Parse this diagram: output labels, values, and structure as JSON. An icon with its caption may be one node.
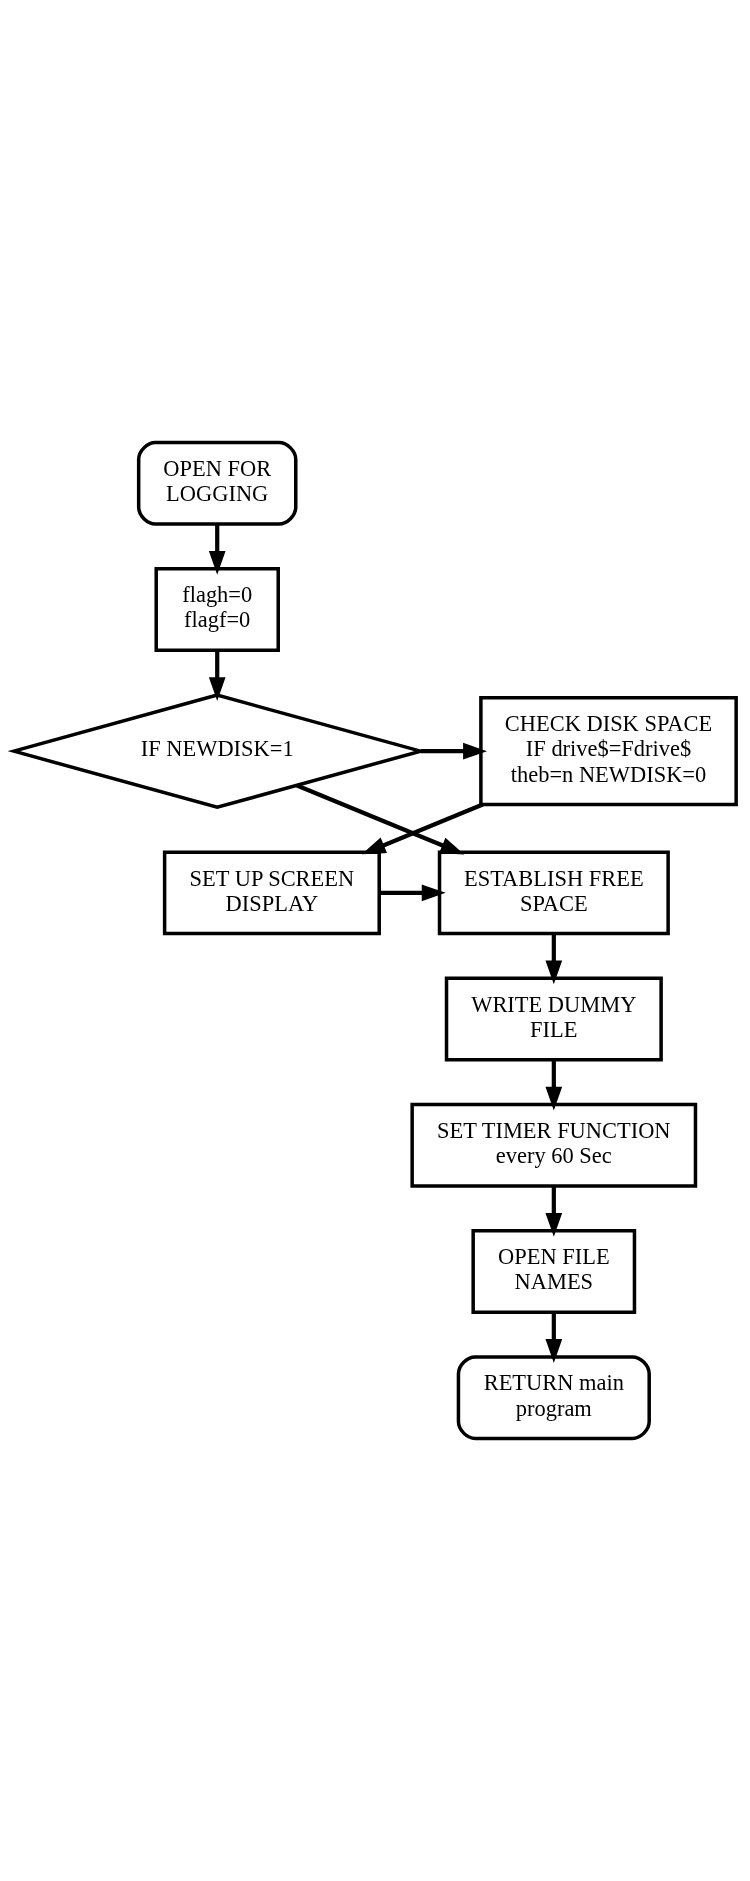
{
  "diagram": {
    "nodes": [
      {
        "text": [
          "OPEN FOR LOGGING"
        ]
      },
      {
        "text": [
          "flagh=0 flagf=0"
        ]
      },
      {
        "text": [
          "IF NEWDISK=1"
        ]
      },
      {
        "text": [
          "CHECK DISK SPACE IF drive$=Fdrive$ theb=n NEWDISK=0"
        ]
      },
      {
        "text": [
          "ESTABLISH FREE SPACE"
        ]
      },
      {
        "text": [
          "SET UP SCREEN DISPLAY"
        ]
      },
      {
        "text": [
          "WRITE DUMMY FILE"
        ]
      },
      {
        "text": [
          "SET TIMER FUNCTION every 60 Sec"
        ]
      },
      {
        "text": [
          "OPEN FILE NAMES"
        ]
      },
      {
        "text": [
          "RETURN main program"
        ]
      }
    ],
    "edges": [
      {
        "from": 0,
        "to": 1,
        "arrow": "to"
      },
      {
        "from": 1,
        "to": 2,
        "arrow": "to"
      },
      {
        "from": 2,
        "to": 3,
        "arrow": "to"
      },
      {
        "from": 2,
        "to": 4,
        "arrow": "to"
      },
      {
        "from": 3,
        "to": 5,
        "arrow": "to"
      },
      {
        "from": 5,
        "to": 4,
        "arrow": "to"
      },
      {
        "from": 4,
        "to": 6,
        "arrow": "to"
      },
      {
        "from": 6,
        "to": 7,
        "arrow": "to"
      },
      {
        "from": 7,
        "to": 8,
        "arrow": "to"
      },
      {
        "from": 8,
        "to": 9,
        "arrow": "to"
      }
    ]
  }
}
